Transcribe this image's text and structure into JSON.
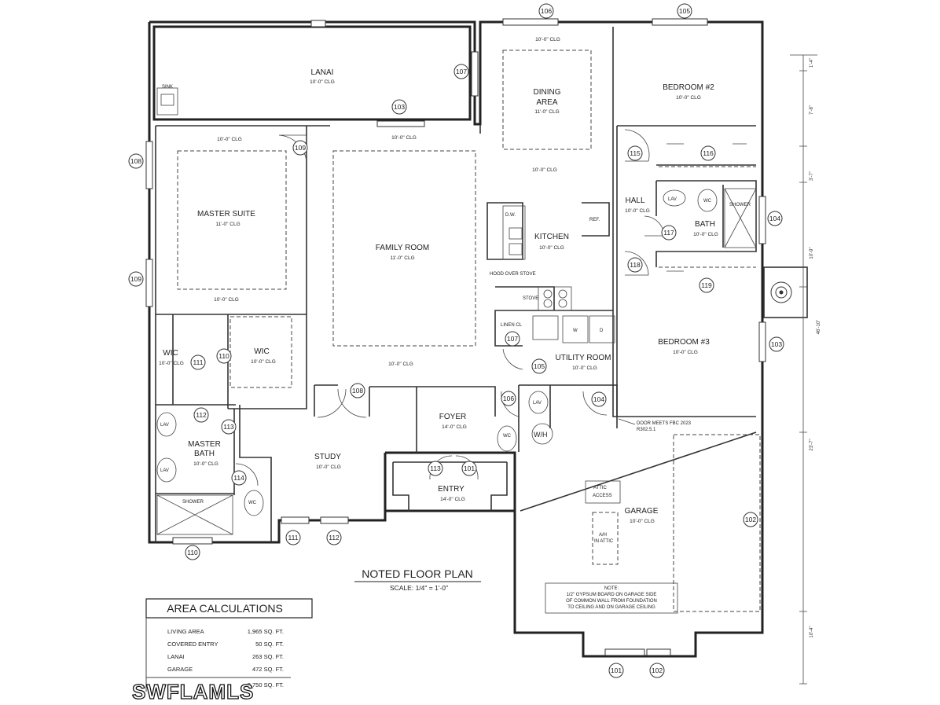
{
  "rooms": {
    "lanai": {
      "name": "LANAI",
      "clg": "10'-0\" CLG"
    },
    "sink": "SINK",
    "dining": {
      "name1": "DINING",
      "name2": "AREA",
      "clg": "11'-0\" CLG"
    },
    "dining_top_clg": "10'-0\" CLG",
    "bedroom2": {
      "name": "BEDROOM #2",
      "clg": "10'-0\" CLG"
    },
    "master_suite": {
      "name": "MASTER SUITE",
      "clg": "11'-0\" CLG"
    },
    "master_top_clg": "10'-0\" CLG",
    "master_bottom_clg": "10'-0\" CLG",
    "family_top_clg": "10'-0\" CLG",
    "family_room": {
      "name": "FAMILY ROOM",
      "clg": "11'-0\" CLG"
    },
    "family_bottom_clg": "10'-0\" CLG",
    "kitchen_top_clg": "10'-0\" CLG",
    "kitchen": {
      "name": "KITCHEN",
      "clg": "10'-0\" CLG"
    },
    "hall": {
      "name": "HALL",
      "clg": "10'-0\" CLG"
    },
    "bath": {
      "name": "BATH",
      "clg": "10'-0\" CLG"
    },
    "bedroom3": {
      "name": "BEDROOM #3",
      "clg": "10'-0\" CLG"
    },
    "wic_left": {
      "name": "WIC",
      "clg": "10'-0\" CLG"
    },
    "wic_right": {
      "name": "WIC",
      "clg": "10'-0\" CLG"
    },
    "master_bath": {
      "name1": "MASTER",
      "name2": "BATH",
      "clg": "10'-0\" CLG"
    },
    "study": {
      "name": "STUDY",
      "clg": "10'-0\" CLG"
    },
    "foyer": {
      "name": "FOYER",
      "clg": "14'-0\" CLG"
    },
    "entry": {
      "name": "ENTRY",
      "clg": "14'-0\" CLG"
    },
    "utility": {
      "name": "UTILITY ROOM",
      "clg": "10'-0\" CLG"
    },
    "garage": {
      "name": "GARAGE",
      "clg": "10'-0\" CLG"
    },
    "linen": "LINEN CL"
  },
  "fixtures": {
    "lav": "LAV",
    "wc": "WC",
    "shower": "SHOWER",
    "dw": "D.W.",
    "ref": "REF.",
    "stove": "STOVE",
    "hood": "HOOD OVER STOVE",
    "washer": "W",
    "dryer": "D",
    "wh": "W/H",
    "attic1": "ATTIC",
    "attic2": "ACCESS",
    "ah1": "A/H",
    "ah2": "IN ATTIC"
  },
  "door_note": {
    "line1": "DOOR MEETS FBC 2023",
    "line2": "R302.5.1"
  },
  "garage_note": {
    "title": "NOTE:",
    "line1": "1/2\" GYPSUM BOARD ON GARAGE SIDE",
    "line2": "OF COMMON WALL FROM FOUNDATION",
    "line3": "TO CEILING AND ON GARAGE CEILING"
  },
  "plan_title": "NOTED FLOOR PLAN",
  "plan_scale": "SCALE: 1/4\" = 1'-0\"",
  "dimensions": [
    "1'-4\"",
    "7'-8\"",
    "3'-7\"",
    "10'-9\"",
    "46'-10\"",
    "23'-7\"",
    "10'-4\""
  ],
  "tags": [
    "106",
    "105",
    "107",
    "103",
    "109",
    "108",
    "115",
    "116",
    "104",
    "117",
    "118",
    "119",
    "109",
    "107",
    "103",
    "110",
    "111",
    "112",
    "113",
    "108",
    "105",
    "106",
    "104",
    "113",
    "101",
    "114",
    "102",
    "111",
    "112",
    "110",
    "101",
    "102"
  ],
  "area_calculations": {
    "title": "AREA CALCULATIONS",
    "rows": [
      {
        "label": "LIVING AREA",
        "value": "1,965 SQ. FT."
      },
      {
        "label": "COVERED ENTRY",
        "value": "50 SQ. FT."
      },
      {
        "label": "LANAI",
        "value": "263 SQ. FT."
      },
      {
        "label": "GARAGE",
        "value": "472 SQ. FT."
      }
    ],
    "total": "2,750 SQ. FT."
  },
  "watermark": "SWFLAMLS"
}
